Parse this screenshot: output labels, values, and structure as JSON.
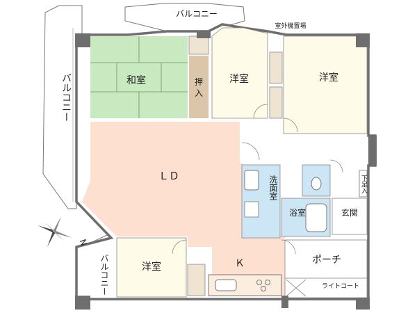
{
  "rooms": {
    "washitsu": "和室",
    "oshiire": "押入",
    "yoshitsu_center": "洋室",
    "yoshitsu_right": "洋室",
    "yoshitsu_bottom": "洋室",
    "ld": "ＬＤ",
    "kitchen": "Ｋ",
    "senmenshitsu": "洗面室",
    "yokushitsu": "浴室",
    "genkan": "玄関",
    "porch": "ポーチ"
  },
  "labels": {
    "balcony_top": "バルコニー",
    "balcony_left": "バルコニー",
    "balcony_bottom": "バルコニー",
    "outdoor_unit": "室外機置場",
    "light_court": "ライトコート",
    "shoe_box": "下足入",
    "north": "N"
  },
  "colors": {
    "wall": "#6e6e6e",
    "ld_floor": "#fde0cf",
    "tatami": "#c9eac0",
    "oshiire": "#dcc6aa",
    "wet_area": "#cde6f5",
    "room_floor": "#fffbe9"
  }
}
